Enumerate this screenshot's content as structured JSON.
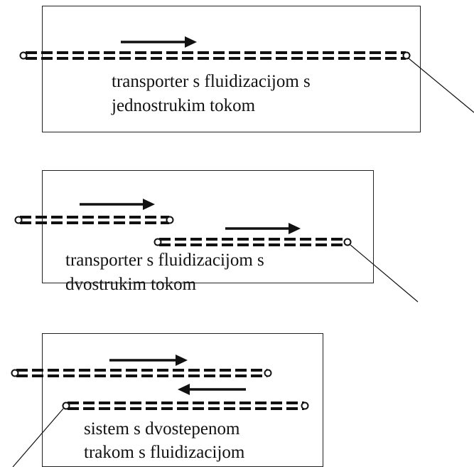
{
  "panels": [
    {
      "label_lines": [
        "transporter s fluidizacijom s",
        "jednostrukim tokom"
      ]
    },
    {
      "label_lines": [
        "transporter s fluidizacijom s",
        "dvostrukim tokom"
      ]
    },
    {
      "label_lines": [
        "sistem s dvostepenom",
        "trakom s fluidizacijom"
      ]
    }
  ],
  "colors": {
    "line": "#111111",
    "background": "#ffffff"
  }
}
